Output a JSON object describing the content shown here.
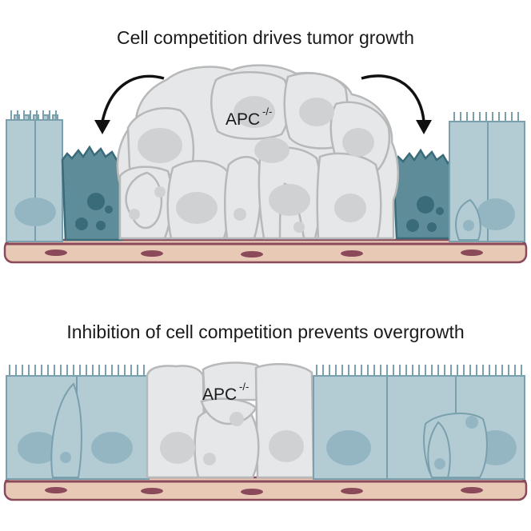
{
  "panels": {
    "top": {
      "title": "Cell competition drives tumor growth",
      "cell_label": "APC",
      "cell_label_superscript": "-/-"
    },
    "bottom": {
      "title": "Inhibition of cell competition prevents overgrowth",
      "cell_label": "APC",
      "cell_label_superscript": "-/-"
    }
  },
  "colors": {
    "normal_cell": "#b3ccd4",
    "normal_cell_stroke": "#7aa0ad",
    "nucleus": "#94b6c2",
    "loser_cell": "#5e8c99",
    "loser_cell_stroke": "#3a6b78",
    "apc_cell": "#e6e7e8",
    "apc_cell_stroke": "#b6b8ba",
    "apc_nucleus": "#cfd1d3",
    "basement": "#e8c9b6",
    "basement_stroke": "#8a4a5a",
    "arrow": "#111111"
  }
}
